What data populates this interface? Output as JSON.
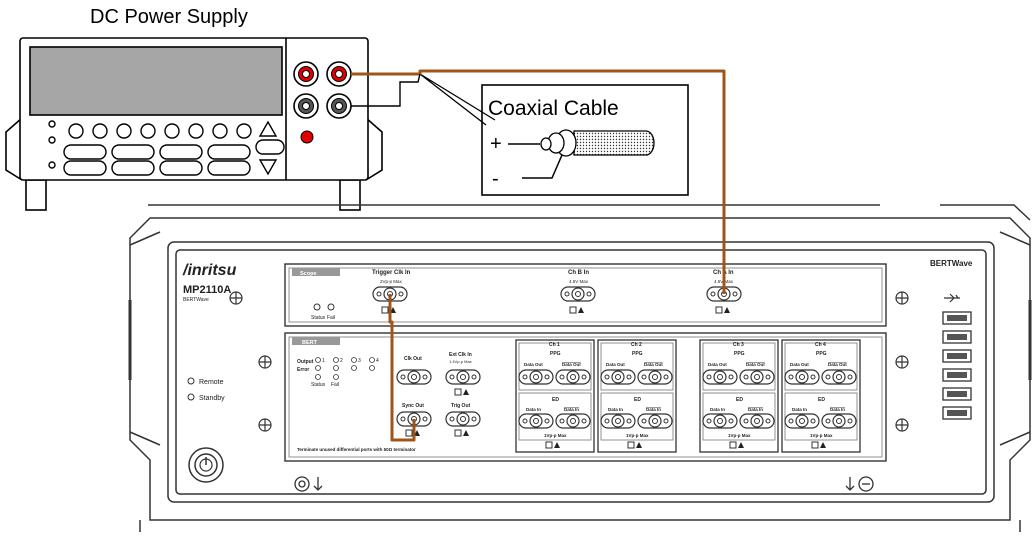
{
  "diagram": {
    "power_supply_title": "DC Power Supply",
    "cable_title": "Coaxial Cable",
    "plus_sign": "+",
    "minus_sign": "-",
    "brand": "/inritsu",
    "model": "MP2110A",
    "model_sub": "BERTWave",
    "right_brand": "BERTWave",
    "scope_label": "Scope",
    "bert_label": "BERT",
    "trigger_label": "Trigger Clk In",
    "trigger_sub": "2Vp-p Max",
    "chb_label": "Ch B In",
    "chb_sub": "4.5V Max",
    "cha_label": "Ch A In",
    "cha_sub": "4.5V Max",
    "status_labels": [
      "Status",
      "Fail"
    ],
    "bert_status_labels": [
      "Status",
      "Fail"
    ],
    "output_label": "Output",
    "error_label": "Error",
    "channel_nums": [
      "1",
      "2",
      "3",
      "4"
    ],
    "clk_out_label": "Clk Out",
    "ext_clk_label": "Ext Clk In",
    "ext_clk_sub": "1.4Vp-p Max",
    "sync_out_label": "Sync Out",
    "trig_out_label": "Trig Out",
    "channel_titles": [
      "Ch 1",
      "Ch 2",
      "Ch 3",
      "Ch 4"
    ],
    "ppg_label": "PPG",
    "ed_label": "ED",
    "data_out_label": "Data Out",
    "data_out_bar_label": "Data Out",
    "data_in_label": "Data In",
    "data_in_bar_label": "Data In",
    "vpp_label": "1Vp-p Max",
    "remote_label": "Remote",
    "standby_label": "Standby",
    "terminate_note": "Terminate unused differential ports with 50Ω terminator",
    "colors": {
      "cable": "#a0541a",
      "red_terminal": "#e00000",
      "panel_line": "#333333"
    }
  }
}
